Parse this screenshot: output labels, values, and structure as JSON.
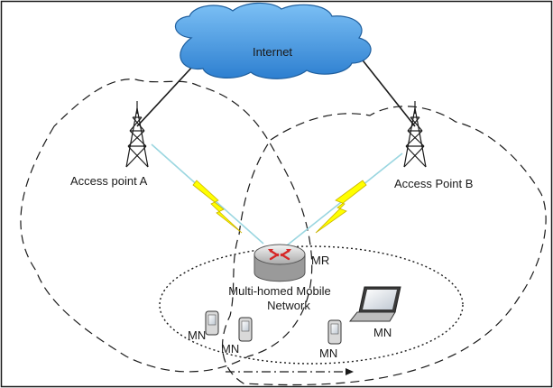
{
  "cloud": {
    "label": "Internet",
    "color": "#3a8fd9"
  },
  "access_points": [
    {
      "label": "Access point A"
    },
    {
      "label": "Access Point B"
    }
  ],
  "router": {
    "label": "MR"
  },
  "network": {
    "label_line1": "Multi-homed Mobile",
    "label_line2": "Network"
  },
  "mobile_nodes": [
    "MN",
    "MN",
    "MN",
    "MN"
  ],
  "colors": {
    "lightning": "#ffff00",
    "router_arrows": "#d62828",
    "frame": "#1a1a1a"
  }
}
